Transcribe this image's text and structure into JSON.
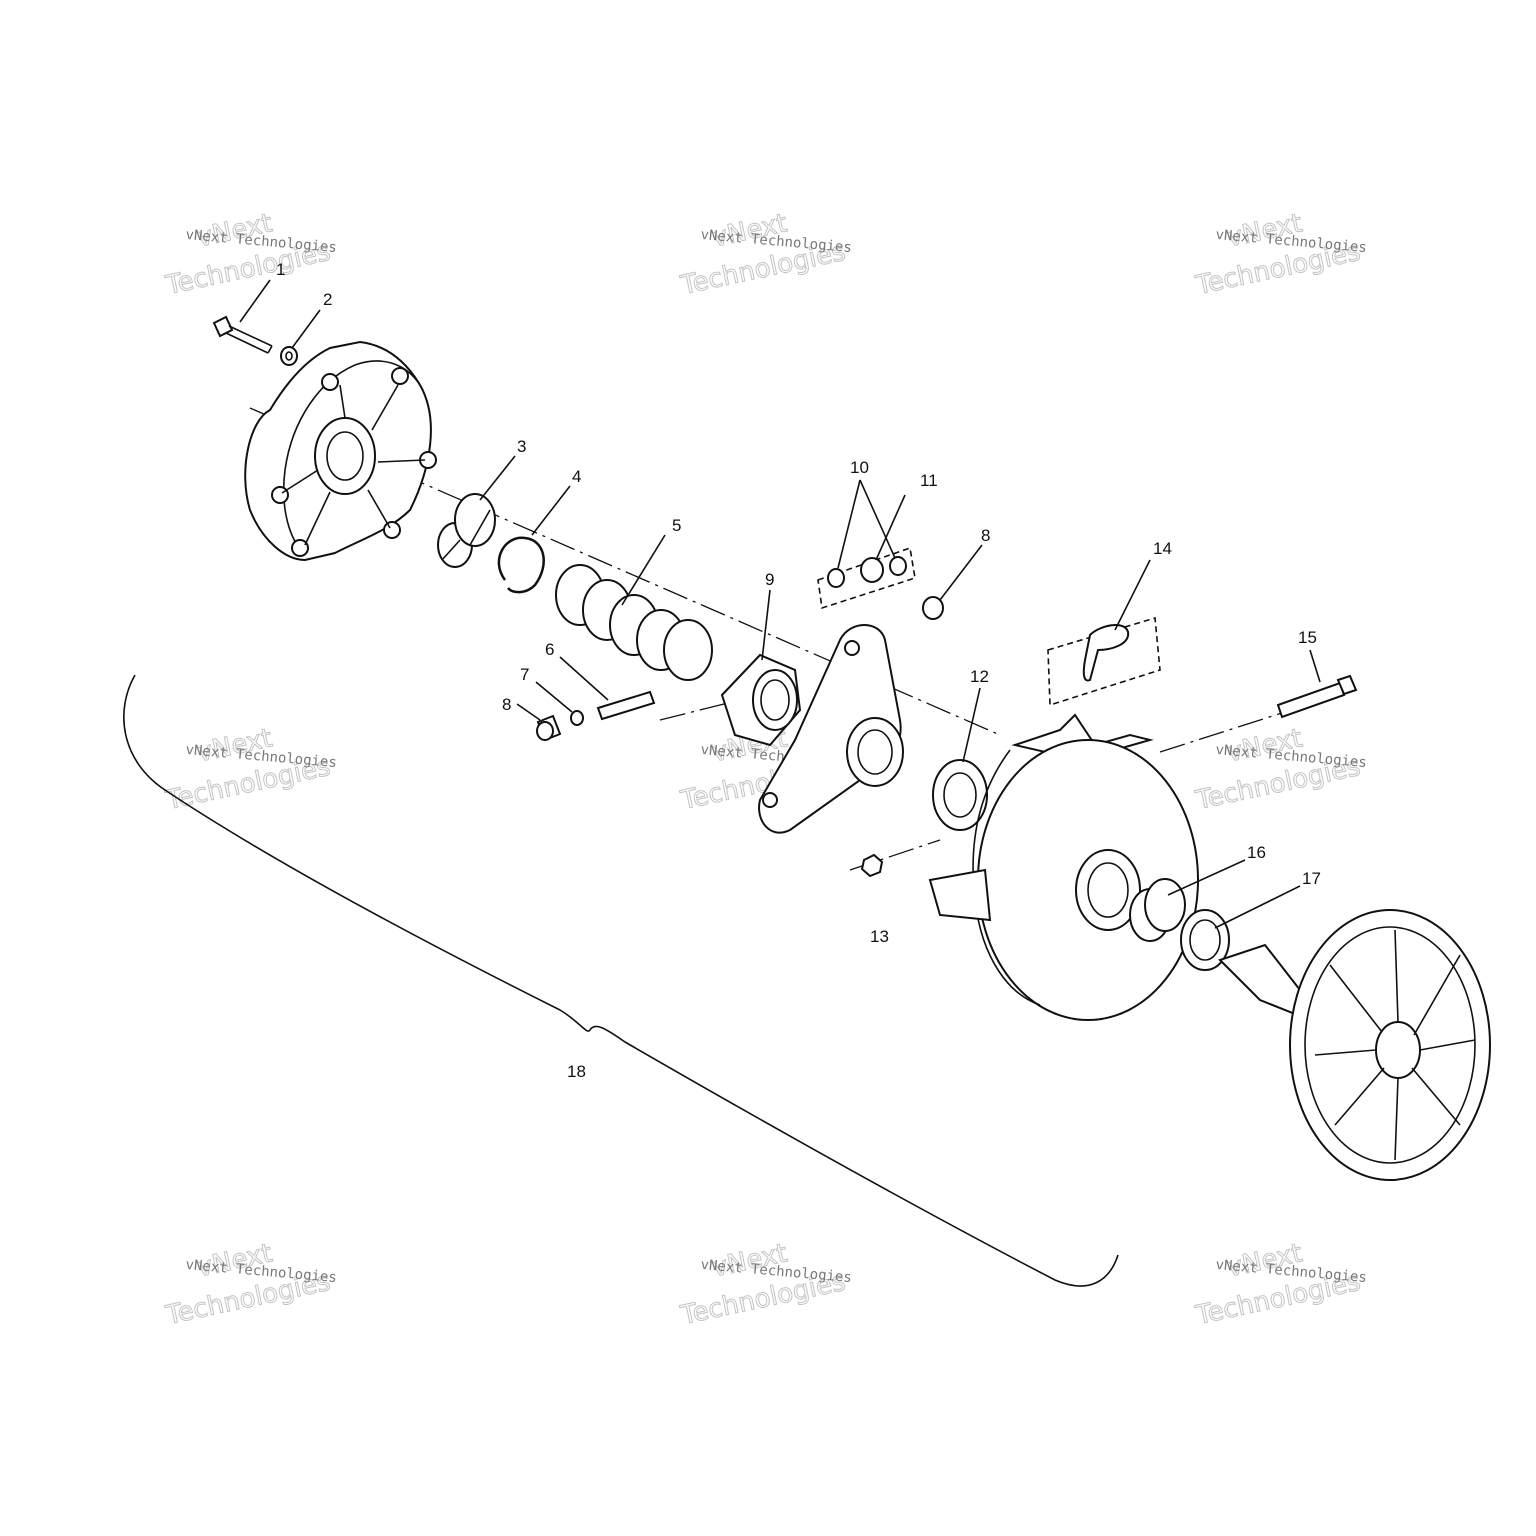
{
  "diagram": {
    "callouts": [
      "1",
      "2",
      "3",
      "4",
      "5",
      "6",
      "7",
      "8",
      "9",
      "10",
      "11",
      "8",
      "12",
      "13",
      "14",
      "15",
      "16",
      "17",
      "18"
    ],
    "watermark": {
      "line1": "vNext Technologies",
      "line2": "Technologies",
      "line3": "vNext"
    }
  }
}
